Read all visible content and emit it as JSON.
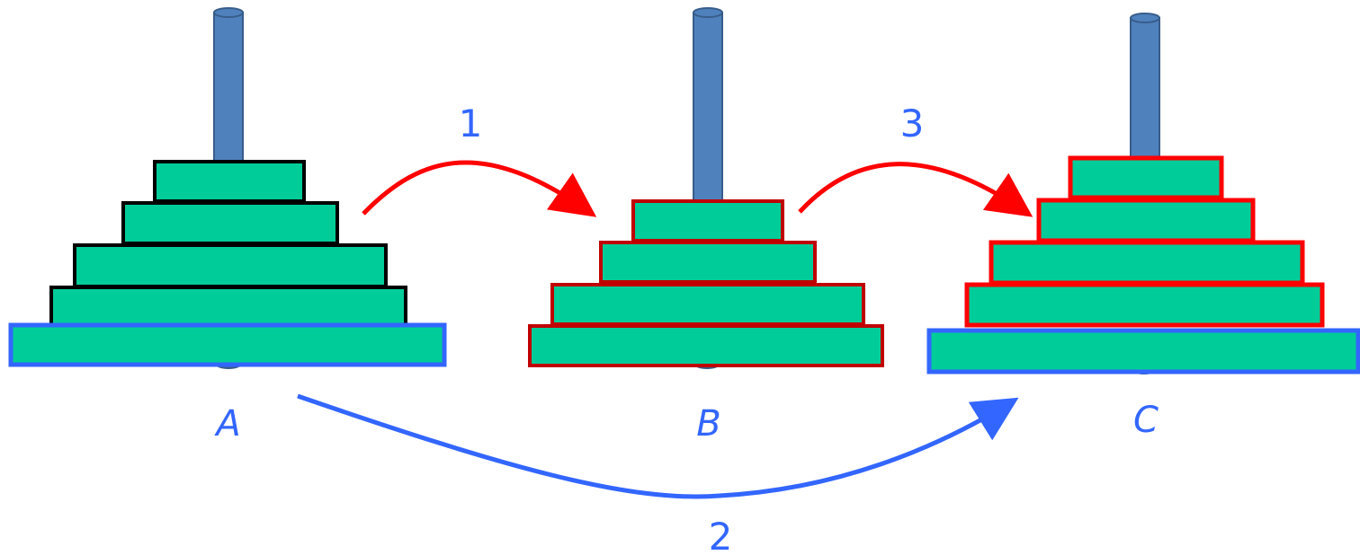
{
  "colors": {
    "disk_fill": "#00CC99",
    "peg_fill": "#4F81BD",
    "peg_stroke": "#385D8A",
    "disk_outline_original": "#000000",
    "disk_outline_moved_b": "#C00000",
    "disk_outline_moved_c": "#FF0000",
    "largest_disk_outline": "#3366FF",
    "move_arrow_red": "#FF0000",
    "move_arrow_blue": "#3366FF",
    "label_color": "#3366FF"
  },
  "pegs": [
    {
      "label": "A"
    },
    {
      "label": "B"
    },
    {
      "label": "C"
    }
  ],
  "moves": [
    {
      "label": "1",
      "from": "A",
      "to": "B",
      "icon": "curved-arrow-red"
    },
    {
      "label": "2",
      "from": "A",
      "to": "C",
      "icon": "curved-arrow-blue"
    },
    {
      "label": "3",
      "from": "B",
      "to": "C",
      "icon": "curved-arrow-red"
    }
  ]
}
